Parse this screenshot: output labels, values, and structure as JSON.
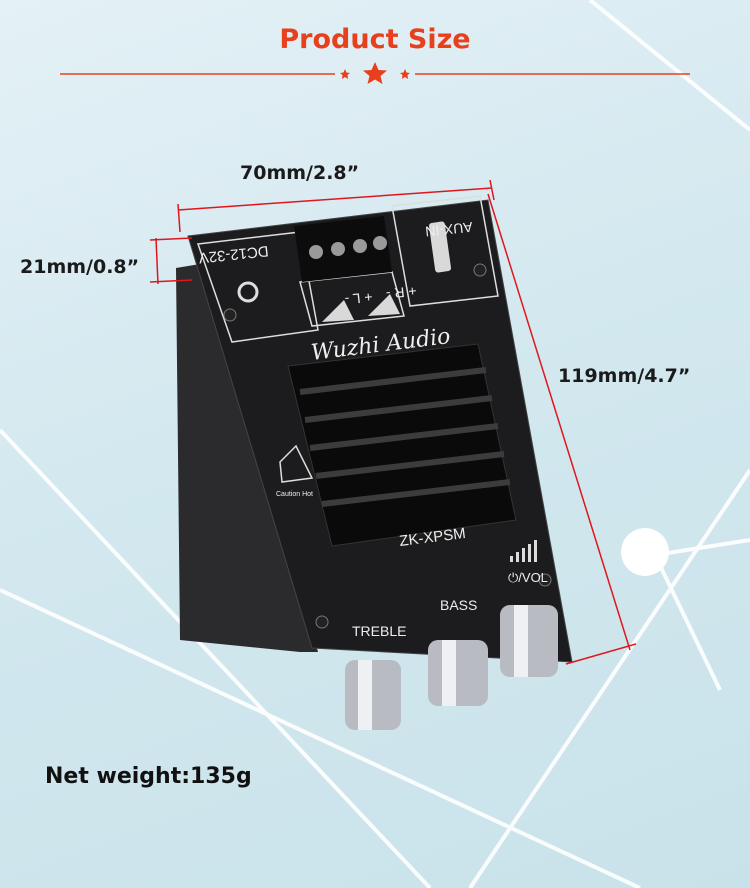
{
  "header": {
    "title": "Product Size"
  },
  "dimensions": {
    "width": "70mm/2.8”",
    "height": "21mm/0.8”",
    "length": "119mm/4.7”"
  },
  "weight": "Net weight:135g",
  "board": {
    "power_label": "DC12-32V",
    "aux_label": "AUX-IN",
    "left_channel": "+ L -",
    "right_channel": "+ R -",
    "brand": "Wuzhi Audio",
    "model": "ZK-XPSM",
    "caution": "Caution Hot",
    "knobs": [
      "TREBLE",
      "BASS",
      "⏻/VOL"
    ]
  },
  "colors": {
    "accent": "#e8401c",
    "dimension_line": "#e0161c",
    "board": "#1c1c1e"
  }
}
